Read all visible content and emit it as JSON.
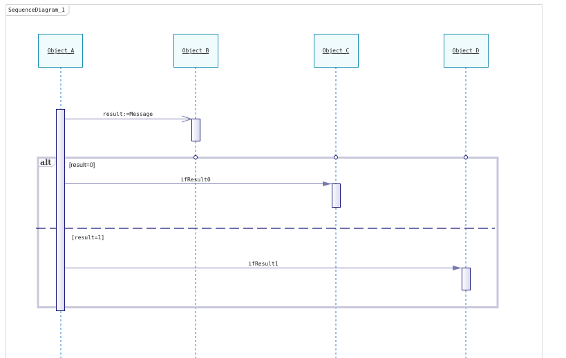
{
  "diagram": {
    "title": "SequenceDiagram_1",
    "objects": [
      {
        "name": "Object_A"
      },
      {
        "name": "Object_B"
      },
      {
        "name": "Object_C"
      },
      {
        "name": "Object_D"
      }
    ],
    "messages": [
      {
        "label": "result:=Message",
        "from": "Object_A",
        "to": "Object_B",
        "arrow": "open"
      },
      {
        "label": "ifResult0",
        "from": "Object_A",
        "to": "Object_C",
        "arrow": "filled"
      },
      {
        "label": "ifResult1",
        "from": "Object_A",
        "to": "Object_D",
        "arrow": "filled"
      }
    ],
    "fragment": {
      "operator": "alt",
      "guards": [
        "[result=0]",
        "[result=1]"
      ]
    },
    "colors": {
      "object_border": "#1a8fb0",
      "object_fill": "#f0fbfd",
      "lifeline": "#2a7fd0",
      "activation_border": "#1a1a7a",
      "message": "#7a7ab0",
      "fragment_border": "#c8c8dc",
      "separator": "#1a1a7a"
    }
  }
}
